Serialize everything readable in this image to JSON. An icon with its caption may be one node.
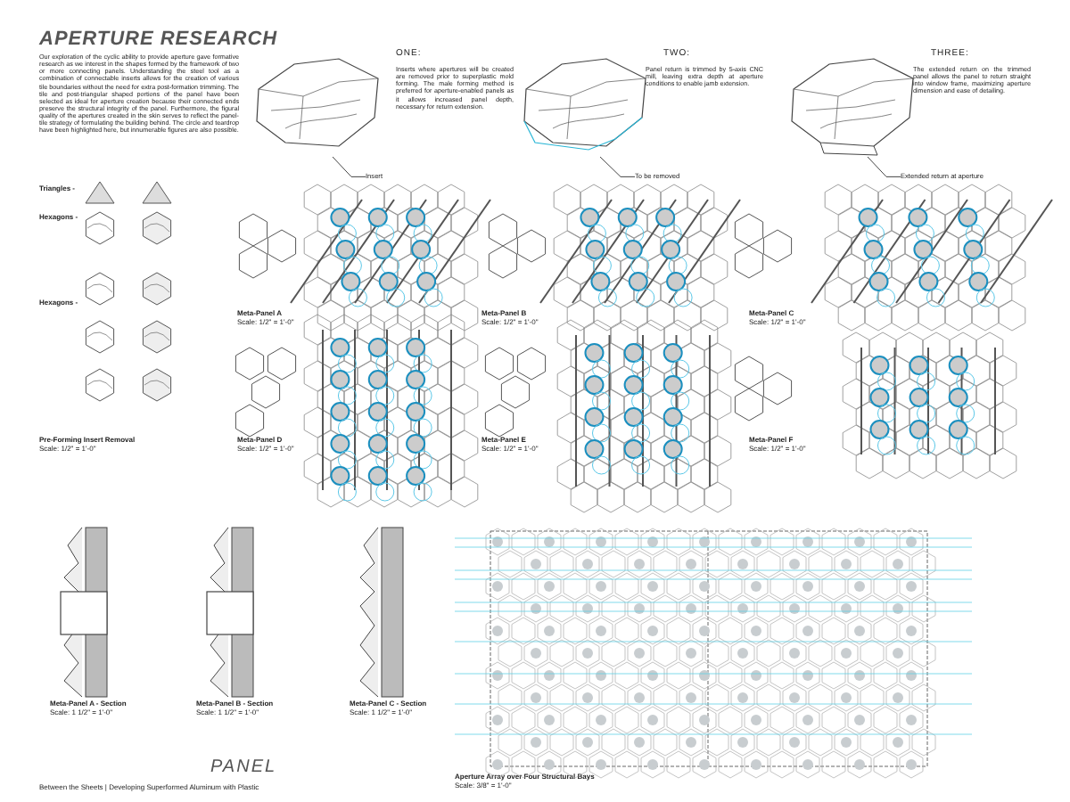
{
  "diagram": {
    "title": "APERTURE RESEARCH",
    "nodes": [
      {
        "text": [],
        "shape": "picture",
        "beside": [
          "ONE:"
        ]
      },
      {
        "text": [
          "Insert"
        ]
      },
      {
        "text": [],
        "shape": "picture",
        "beside": [
          "TWO:"
        ]
      },
      {
        "text": [
          "To be removed"
        ]
      },
      {
        "text": [],
        "shape": "picture",
        "beside": [
          "THREE:"
        ]
      },
      {
        "text": [
          "Extended return at aperture"
        ]
      }
    ],
    "edges": [
      {
        "from": 1,
        "to": 0,
        "arrow": "none"
      },
      {
        "from": 3,
        "to": 2,
        "arrow": "none"
      },
      {
        "from": 5,
        "to": 4,
        "arrow": "none"
      }
    ],
    "labels": [
      "Our exploration of the cyclic ability to provide aperture gave formative research as we interest in the shapes formed by the framework of two or more connecting panels. Understanding the steel tool as a combination of connectable inserts allows for the creation of various tile boundaries without the need for extra post-formation trimming. The tile and post-triangular shaped portions of the panel have been selected as ideal for aperture creation because their connected ends preserve the structural integrity of the panel. Furthermore, the figural quality of the apertures created in the skin serves to reflect the panel-tile strategy of formulating the building behind. The circle and teardrop have been highlighted here, but innumerable figures are also possible.",
      "Inserts where apertures will be created are removed prior to superplastic mold forming. The male forming method is preferred for aperture-enabled panels as it allows increased panel depth, necessary for return extension.",
      "Panel return is trimmed by 5-axis CNC mill, leaving extra depth at aperture conditions to enable jamb extension.",
      "The extended return on the trimmed panel allows the panel to return straight into window frame, maximizing aperture dimension and ease of detailing.",
      "Triangles -",
      "Hexagons -",
      "Hexagons -",
      "Meta-Panel A",
      "Scale: 1/2\" = 1'-0\"",
      "Meta-Panel B",
      "Scale: 1/2\" = 1'-0\"",
      "Meta-Panel C",
      "Scale: 1/2\" = 1'-0\"",
      "Pre-Forming Insert Removal",
      "Scale: 1/2\" = 1'-0\"",
      "Meta-Panel D",
      "Scale: 1/2\" = 1'-0\"",
      "Meta-Panel E",
      "Scale: 1/2\" = 1'-0\"",
      "Meta-Panel F",
      "Scale: 1/2\" = 1'-0\"",
      "Meta-Panel A - Section",
      "Scale: 1 1/2\" = 1'-0\"",
      "Meta-Panel B - Section",
      "Scale: 1 1/2\" = 1'-0\"",
      "Meta-Panel C - Section",
      "Scale: 1 1/2\" = 1'-0\"",
      "Aperture Array over Four Structural Bays",
      "Scale: 3/8\" = 1'-0\"",
      "PANEL",
      "Between the Sheets | Developing Superformed Aluminum with Plastic"
    ]
  }
}
